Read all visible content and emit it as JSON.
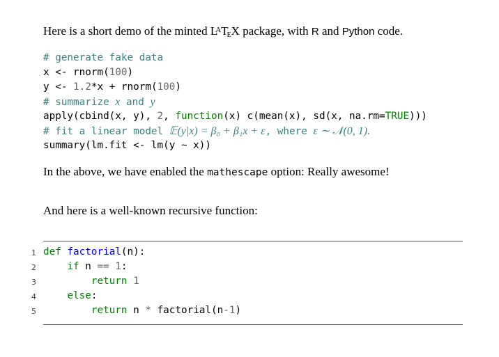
{
  "intro": {
    "before": "Here is a short demo of the minted ",
    "latex_logo": "LaTeX",
    "middle": " package, with ",
    "r": "R",
    "and": " and ",
    "python": "Python",
    "after": " code."
  },
  "r_code": [
    [
      [
        "# generate fake data",
        "c"
      ]
    ],
    [
      [
        "x <- rnorm(",
        ""
      ],
      [
        "100",
        "n"
      ],
      [
        ")",
        ""
      ]
    ],
    [
      [
        "y <- ",
        ""
      ],
      [
        "1.2",
        "n"
      ],
      [
        "*x + rnorm(",
        ""
      ],
      [
        "100",
        "n"
      ],
      [
        ")",
        ""
      ]
    ],
    [
      [
        "# summarize ",
        "c"
      ],
      [
        "x",
        "cm"
      ],
      [
        " and ",
        "c"
      ],
      [
        "y",
        "cm"
      ]
    ],
    [
      [
        "apply(cbind(x, y), ",
        ""
      ],
      [
        "2",
        "n"
      ],
      [
        ", ",
        ""
      ],
      [
        "function",
        "k"
      ],
      [
        "(x) c(mean(x), sd(x, na.rm=",
        ""
      ],
      [
        "TRUE",
        "k"
      ],
      [
        ")))",
        ""
      ]
    ],
    [
      [
        "# fit a linear model ",
        "c"
      ],
      [
        "𝔼(y|x) = β₀ + β₁x + ε",
        "cm"
      ],
      [
        ", where ",
        "c"
      ],
      [
        "ε ∼ 𝒩(0, 1).",
        "cm"
      ]
    ],
    [
      [
        "summary(lm.fit <- lm(y ~ x))",
        ""
      ]
    ]
  ],
  "para2": {
    "before": "In the above, we have enabled the ",
    "option": "mathescape",
    "after": " option: Really awesome!"
  },
  "para3": "And here is a well-known recursive function:",
  "python_code": {
    "line_numbers": [
      "1",
      "2",
      "3",
      "4",
      "5"
    ],
    "lines": [
      [
        [
          "def",
          "k"
        ],
        [
          " ",
          ""
        ],
        [
          "factorial",
          "f"
        ],
        [
          "(n):",
          ""
        ]
      ],
      [
        [
          "    ",
          ""
        ],
        [
          "if",
          "k"
        ],
        [
          " n ",
          ""
        ],
        [
          "==",
          "o"
        ],
        [
          " ",
          ""
        ],
        [
          "1",
          "n"
        ],
        [
          ":",
          ""
        ]
      ],
      [
        [
          "        ",
          ""
        ],
        [
          "return",
          "k"
        ],
        [
          " ",
          ""
        ],
        [
          "1",
          "n"
        ]
      ],
      [
        [
          "    ",
          ""
        ],
        [
          "else",
          "k"
        ],
        [
          ":",
          ""
        ]
      ],
      [
        [
          "        ",
          ""
        ],
        [
          "return",
          "k"
        ],
        [
          " n ",
          ""
        ],
        [
          "*",
          "o"
        ],
        [
          " factorial(n",
          ""
        ],
        [
          "-",
          "o"
        ],
        [
          "1",
          "n"
        ],
        [
          ")",
          ""
        ]
      ]
    ]
  },
  "colors": {
    "comment": "#3d8080",
    "keyword": "#008000",
    "function": "#0000ff",
    "number": "#666666"
  }
}
